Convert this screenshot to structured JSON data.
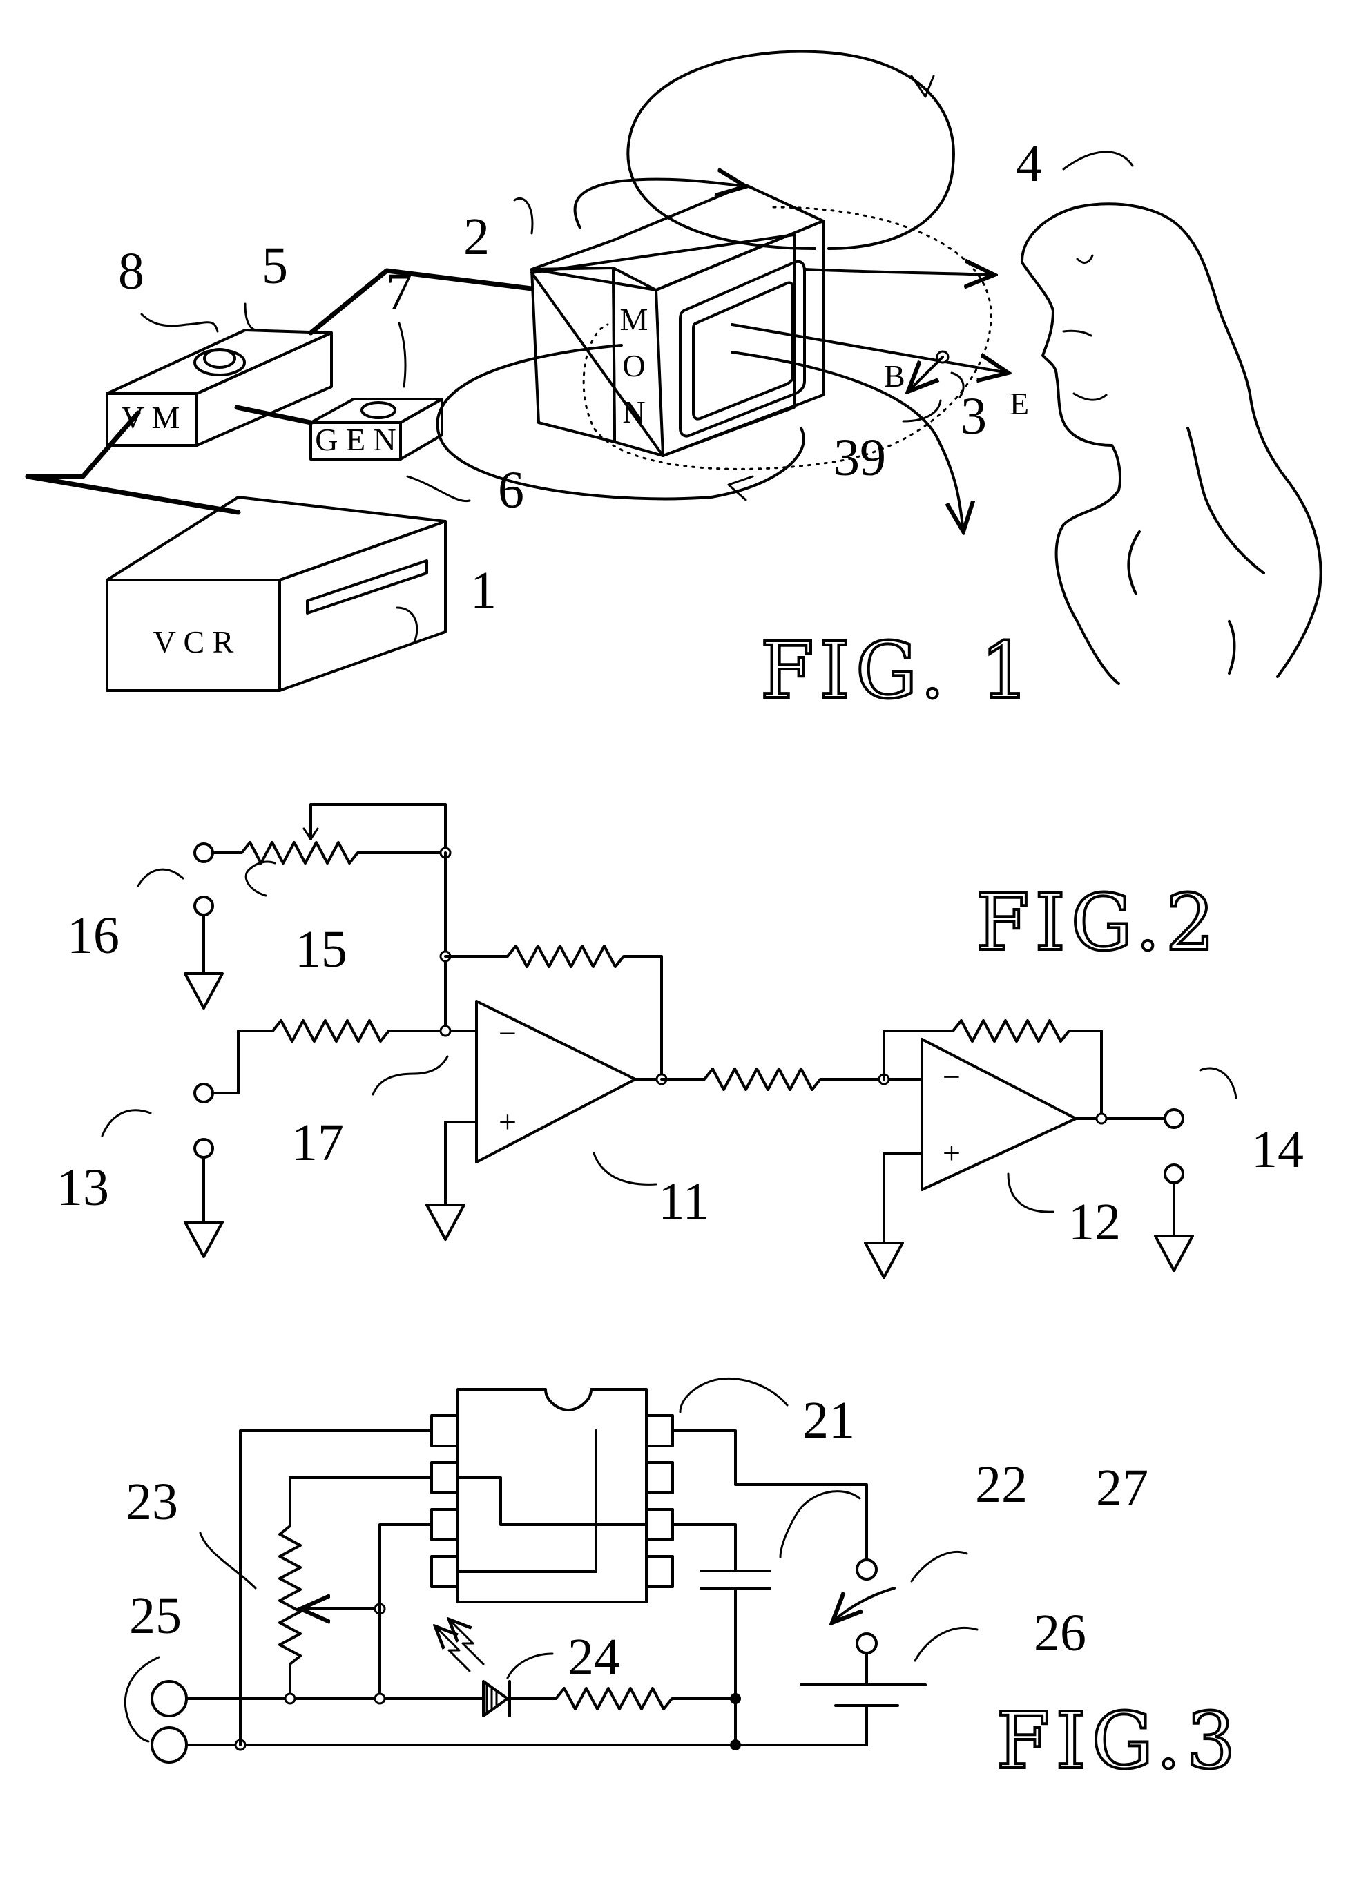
{
  "fig1": {
    "caption": "FIG. 1",
    "vcr_label": "V C R",
    "vm_label": "V M",
    "gen_label": "G E N",
    "mon_label": [
      "M",
      "O",
      "N"
    ],
    "field_b": "B",
    "field_e": "E",
    "refs": {
      "r1": "1",
      "r2": "2",
      "r3": "3",
      "r4": "4",
      "r5": "5",
      "r6": "6",
      "r7": "7",
      "r8": "8",
      "r39": "39"
    }
  },
  "fig2": {
    "caption": "FIG.2",
    "minus": "−",
    "plus": "+",
    "refs": {
      "r11": "11",
      "r12": "12",
      "r13": "13",
      "r14": "14",
      "r15": "15",
      "r16": "16",
      "r17": "17"
    }
  },
  "fig3": {
    "caption": "FIG.3",
    "refs": {
      "r21": "21",
      "r22": "22",
      "r23": "23",
      "r24": "24",
      "r25": "25",
      "r26": "26",
      "r27": "27"
    }
  }
}
